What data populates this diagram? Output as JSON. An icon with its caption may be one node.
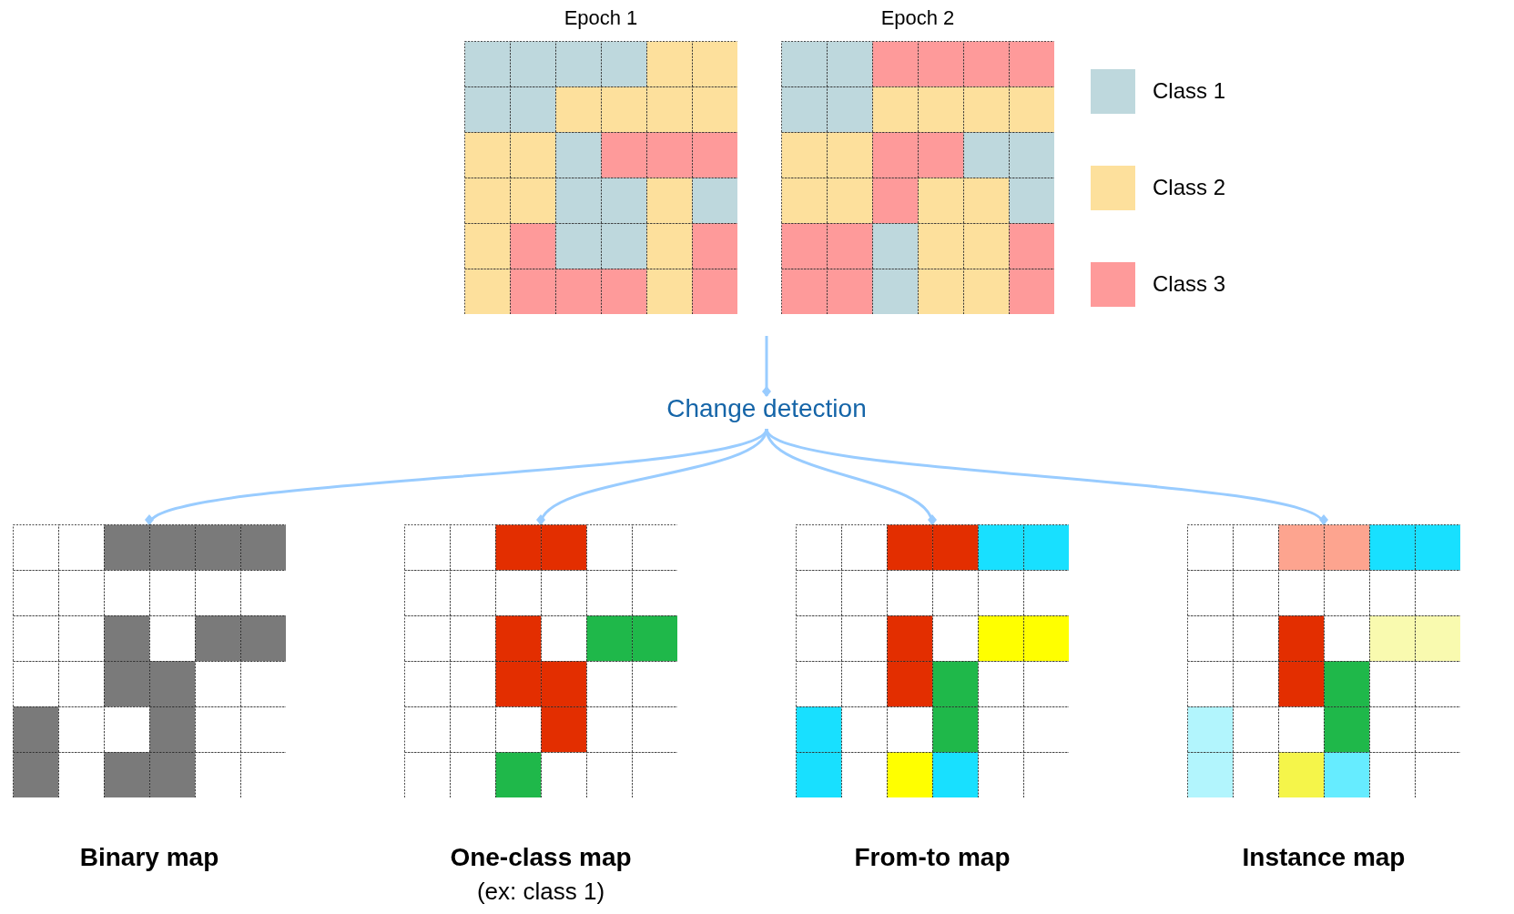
{
  "diagram": {
    "nodes": [
      {
        "text": [
          "Epoch 1"
        ]
      },
      {
        "text": [
          "Epoch 2"
        ]
      },
      {
        "text": [
          "Change detection"
        ]
      },
      {
        "text": [
          "Binary map"
        ]
      },
      {
        "text": [
          "One-class map",
          "(ex: class 1)"
        ]
      },
      {
        "text": [
          "From-to map"
        ]
      },
      {
        "text": [
          "Instance map"
        ]
      }
    ],
    "edges": [
      {
        "from": null,
        "to": 2,
        "arrow": "other"
      },
      {
        "from": 2,
        "to": 3,
        "arrow": "other"
      },
      {
        "from": 2,
        "to": 4,
        "arrow": "other"
      },
      {
        "from": 2,
        "to": 5,
        "arrow": "other"
      },
      {
        "from": 2,
        "to": 6,
        "arrow": "other"
      }
    ],
    "legend": [
      {
        "text": "Class 1",
        "color": "#bed8dd"
      },
      {
        "text": "Class 2",
        "color": "#fde09c"
      },
      {
        "text": "Class 3",
        "color": "#fe9a9a"
      }
    ]
  }
}
